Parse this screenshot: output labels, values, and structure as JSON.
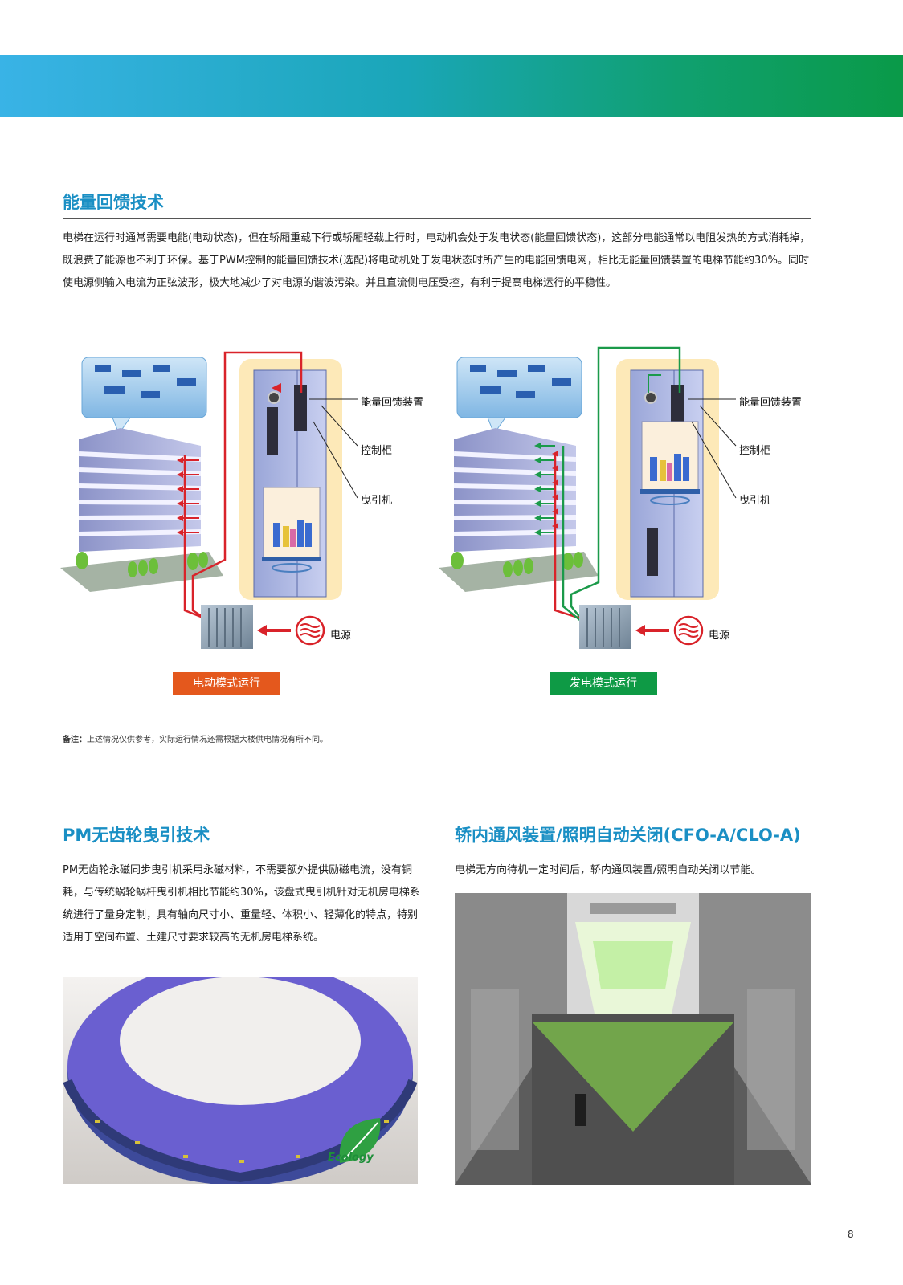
{
  "section1": {
    "title": "能量回馈技术",
    "body": "电梯在运行时通常需要电能(电动状态)，但在轿厢重载下行或轿厢轻载上行时，电动机会处于发电状态(能量回馈状态)，这部分电能通常以电阻发热的方式消耗掉，既浪费了能源也不利于环保。基于PWM控制的能量回馈技术(选配)将电动机处于发电状态时所产生的电能回馈电网，相比无能量回馈装置的电梯节能约30%。同时使电源侧输入电流为正弦波形，极大地减少了对电源的谐波污染。并且直流侧电压受控，有利于提高电梯运行的平稳性。"
  },
  "diagram": {
    "labels": {
      "feedback_device": "能量回馈装置",
      "control_cabinet": "控制柜",
      "traction_machine": "曳引机",
      "power_source": "电源"
    },
    "left_mode": "电动模式运行",
    "right_mode": "发电模式运行",
    "colors": {
      "motoring": "#e4581d",
      "generating": "#0e9a45",
      "red_line": "#d9232a",
      "green_line": "#1b9a4a"
    }
  },
  "note": {
    "label": "备注：",
    "text": "上述情况仅供参考，实际运行情况还需根据大楼供电情况有所不同。"
  },
  "section2": {
    "title": "PM无齿轮曳引技术",
    "body": "PM无齿轮永磁同步曳引机采用永磁材料，不需要额外提供励磁电流，没有铜耗，与传统蜗轮蜗杆曳引机相比节能约30%，该盘式曳引机针对无机房电梯系统进行了量身定制，具有轴向尺寸小、重量轻、体积小、轻薄化的特点，特别适用于空间布置、土建尺寸要求较高的无机房电梯系统。",
    "badge": "Ecology"
  },
  "section3": {
    "title": "轿内通风装置/照明自动关闭(CFO-A/CLO-A)",
    "body": "电梯无方向待机一定时间后，轿内通风装置/照明自动关闭以节能。"
  },
  "page": {
    "number": "8"
  }
}
